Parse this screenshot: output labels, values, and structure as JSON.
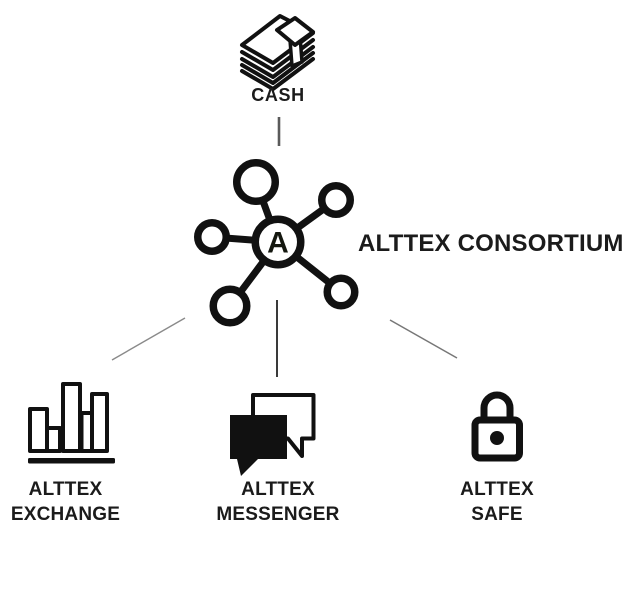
{
  "page": {
    "background": "#ffffff",
    "ink": "#111111",
    "connector_gray": "#777777"
  },
  "cash": {
    "label": "CASH",
    "icon": "cash-stack-icon"
  },
  "hub": {
    "center_letter": "A",
    "label": "ALTTEX CONSORTIUM",
    "icon": "network-hub-icon"
  },
  "nodes": [
    {
      "id": "exchange",
      "line1": "ALTTEX",
      "line2": "EXCHANGE",
      "icon": "bar-chart-icon"
    },
    {
      "id": "messenger",
      "line1": "ALTTEX",
      "line2": "MESSENGER",
      "icon": "chat-bubbles-icon"
    },
    {
      "id": "safe",
      "line1": "ALTTEX",
      "line2": "SAFE",
      "icon": "padlock-icon"
    }
  ]
}
